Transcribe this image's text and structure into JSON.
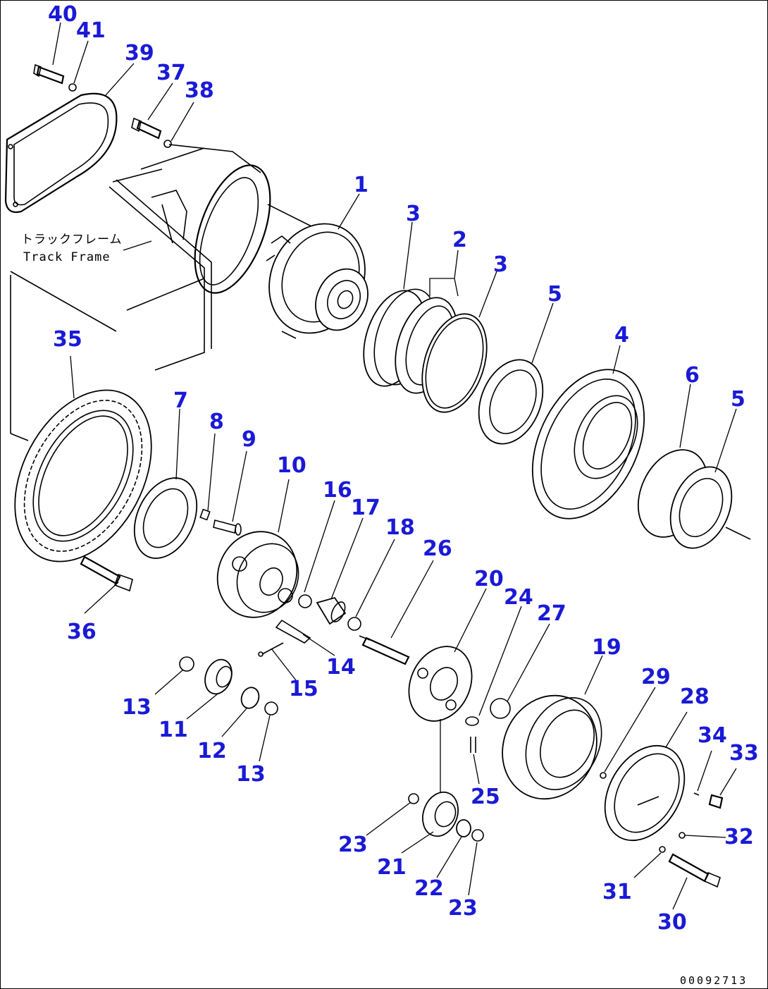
{
  "diagram": {
    "frame_label_jp": "トラックフレーム",
    "frame_label_en": "Track Frame",
    "document_id": "00092713",
    "callouts": [
      {
        "id": "40",
        "text": "40"
      },
      {
        "id": "41",
        "text": "41"
      },
      {
        "id": "39",
        "text": "39"
      },
      {
        "id": "37",
        "text": "37"
      },
      {
        "id": "38",
        "text": "38"
      },
      {
        "id": "1",
        "text": "1"
      },
      {
        "id": "3a",
        "text": "3"
      },
      {
        "id": "2",
        "text": "2"
      },
      {
        "id": "3b",
        "text": "3"
      },
      {
        "id": "5a",
        "text": "5"
      },
      {
        "id": "4",
        "text": "4"
      },
      {
        "id": "6",
        "text": "6"
      },
      {
        "id": "5b",
        "text": "5"
      },
      {
        "id": "35",
        "text": "35"
      },
      {
        "id": "7",
        "text": "7"
      },
      {
        "id": "8",
        "text": "8"
      },
      {
        "id": "9",
        "text": "9"
      },
      {
        "id": "10",
        "text": "10"
      },
      {
        "id": "16",
        "text": "16"
      },
      {
        "id": "17",
        "text": "17"
      },
      {
        "id": "18",
        "text": "18"
      },
      {
        "id": "26",
        "text": "26"
      },
      {
        "id": "20",
        "text": "20"
      },
      {
        "id": "24",
        "text": "24"
      },
      {
        "id": "27",
        "text": "27"
      },
      {
        "id": "19",
        "text": "19"
      },
      {
        "id": "36",
        "text": "36"
      },
      {
        "id": "14",
        "text": "14"
      },
      {
        "id": "15",
        "text": "15"
      },
      {
        "id": "13a",
        "text": "13"
      },
      {
        "id": "11",
        "text": "11"
      },
      {
        "id": "12",
        "text": "12"
      },
      {
        "id": "13b",
        "text": "13"
      },
      {
        "id": "29",
        "text": "29"
      },
      {
        "id": "28",
        "text": "28"
      },
      {
        "id": "34",
        "text": "34"
      },
      {
        "id": "33",
        "text": "33"
      },
      {
        "id": "25",
        "text": "25"
      },
      {
        "id": "32",
        "text": "32"
      },
      {
        "id": "23a",
        "text": "23"
      },
      {
        "id": "21",
        "text": "21"
      },
      {
        "id": "22",
        "text": "22"
      },
      {
        "id": "23b",
        "text": "23"
      },
      {
        "id": "31",
        "text": "31"
      },
      {
        "id": "30",
        "text": "30"
      }
    ]
  }
}
